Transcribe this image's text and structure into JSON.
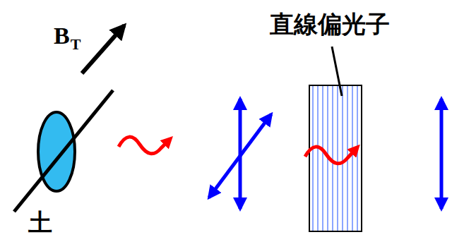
{
  "diagram": {
    "labels": [
      "B",
      "T",
      "直線偏光子",
      "土"
    ]
  }
}
